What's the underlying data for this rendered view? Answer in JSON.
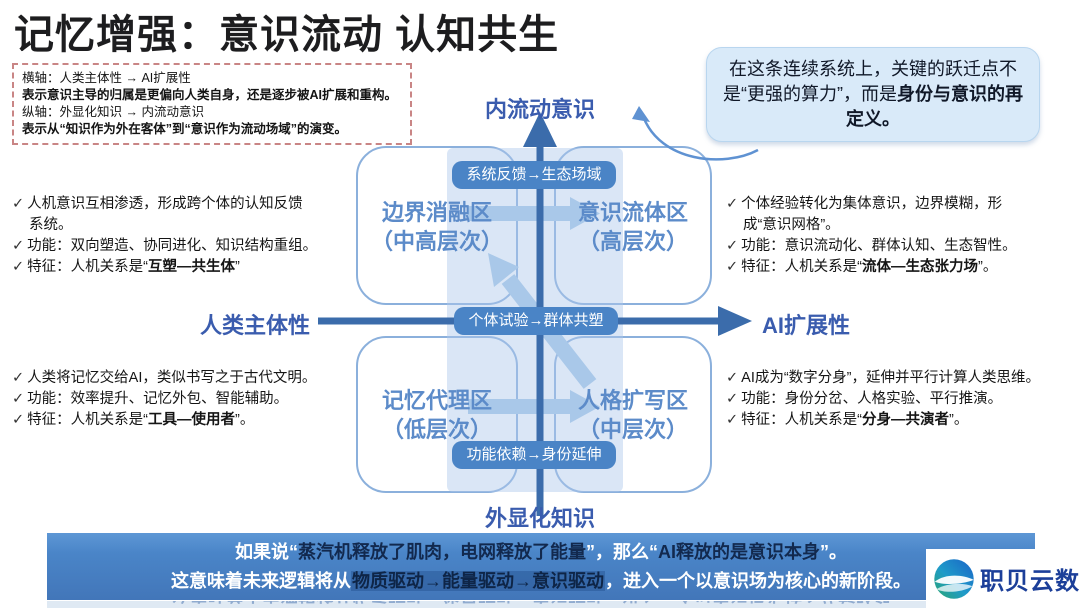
{
  "title": "记忆增强：意识流动 认知共生",
  "glyphs": {
    "check": "✓"
  },
  "legend_box": {
    "lines": [
      "横轴：人类主体性 → AI扩展性",
      "表示意识主导的归属是更偏向人类自身，还是逐步被AI扩展和重构。",
      "纵轴：外显化知识 → 内流动意识",
      "表示从“知识作为外在客体”到“意识作为流动场域”的演变。"
    ]
  },
  "callout": {
    "pre": "在这条连续系统上，关键的跃迁点不是“更强的算力”，而是",
    "bold": "身份与意识的再定义。"
  },
  "axes": {
    "top": "内流动意识",
    "bottom": "外显化知识",
    "left": "人类主体性",
    "right": "AI扩展性"
  },
  "pills": {
    "top": "系统反馈→生态场域",
    "middle": "个体试验→群体共塑",
    "bottom": "功能依赖→身份延伸"
  },
  "quadrants": {
    "top_left": {
      "name": "边界消融区",
      "level": "（中高层次）"
    },
    "top_right": {
      "name": "意识流体区",
      "level": "（高层次）"
    },
    "bottom_left": {
      "name": "记忆代理区",
      "level": "（低层次）"
    },
    "bottom_right": {
      "name": "人格扩写区",
      "level": "（中层次）"
    }
  },
  "notes": {
    "top_left": {
      "rows": [
        {
          "pre": "人机意识互相渗透，形成跨个体的认知反馈",
          "bold": "",
          "post": ""
        },
        {
          "pre": "系统。",
          "bold": "",
          "post": ""
        },
        {
          "pre": "功能：双向塑造、协同进化、知识结构重组。",
          "bold": "",
          "post": ""
        },
        {
          "pre": "特征：人机关系是“",
          "bold": "互塑—共生体",
          "post": "”"
        }
      ]
    },
    "top_right": {
      "rows": [
        {
          "pre": "个体经验转化为集体意识，边界模糊，形",
          "bold": "",
          "post": ""
        },
        {
          "pre": "成“意识网格”。",
          "bold": "",
          "post": ""
        },
        {
          "pre": "功能：意识流动化、群体认知、生态智性。",
          "bold": "",
          "post": ""
        },
        {
          "pre": "特征：人机关系是“",
          "bold": "流体—生态张力场",
          "post": "”。"
        }
      ]
    },
    "bottom_left": {
      "rows": [
        {
          "pre": "人类将记忆交给AI，类似书写之于古代文明。",
          "bold": "",
          "post": ""
        },
        {
          "pre": "功能：效率提升、记忆外包、智能辅助。",
          "bold": "",
          "post": ""
        },
        {
          "pre": "特征：人机关系是“",
          "bold": "工具—使用者",
          "post": "”。"
        }
      ]
    },
    "bottom_right": {
      "rows": [
        {
          "pre": "AI成为“数字分身”，延伸并平行计算人类思维。",
          "bold": "",
          "post": ""
        },
        {
          "pre": "功能：身份分岔、人格实验、平行推演。",
          "bold": "",
          "post": ""
        },
        {
          "pre": "特征：人机关系是“",
          "bold": "分身—共演者",
          "post": "”。"
        }
      ]
    }
  },
  "banner": {
    "line1": [
      "如果说“",
      "蒸汽机释放了肌肉，电网释放了能量",
      "”，那么“",
      "AI释放的是意识本身",
      "”。"
    ],
    "line2": [
      "这意味着未来逻辑将从",
      "物质驱动→能量驱动→意识驱动",
      "，进入一个以意识场为核心的新阶段。"
    ]
  },
  "logo": {
    "text": "职贝云数"
  },
  "colors": {
    "axis_dark_blue": "#3b6cab",
    "quadrant_label_blue": "#5c8bc9",
    "axis_text_blue": "#3a5cae",
    "pill_blue": "#4a84c6",
    "light_arrow": "#a9c8e9",
    "banner_blue": "#4a85c8",
    "callout_bg": "#d9eaf9",
    "legend_border_red": "#c98585"
  }
}
